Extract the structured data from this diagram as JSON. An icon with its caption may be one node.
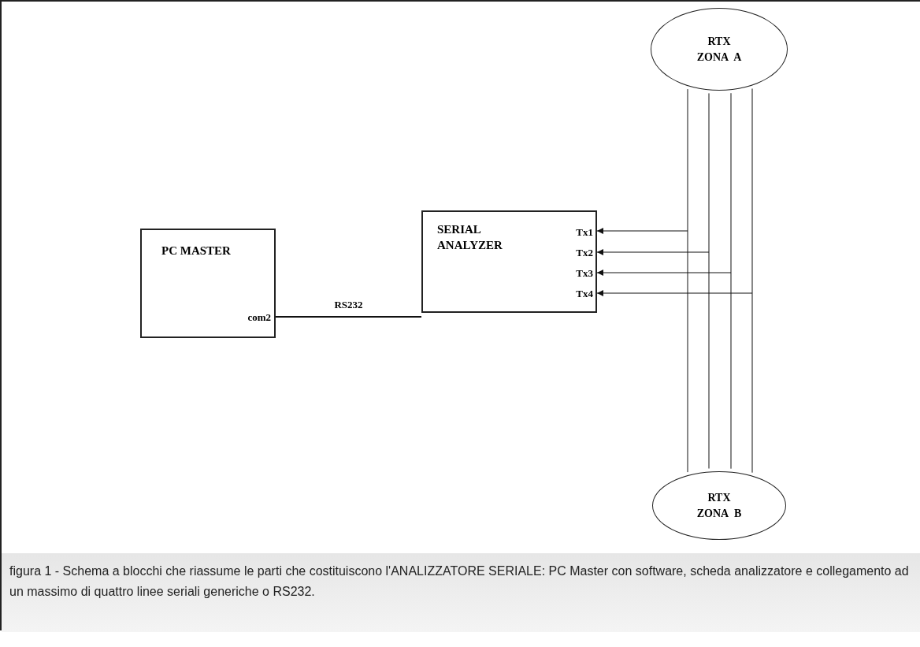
{
  "diagram": {
    "caption": "figura 1 - Schema a blocchi che riassume le parti che costituiscono l'ANALIZZATORE SERIALE: PC Master con software, scheda analizzatore e collegamento ad un massimo di quattro linee seriali generiche o RS232.",
    "nodes": [
      {
        "text": [
          "PC MASTER",
          "com2"
        ]
      },
      {
        "text": [
          "SERIAL ANALYZER",
          "Tx1",
          "Tx2",
          "Tx3",
          "Tx4"
        ]
      },
      {
        "text": [
          "RTX ZONA A"
        ]
      },
      {
        "text": [
          "RTX ZONA B"
        ]
      }
    ],
    "edges": [
      {
        "from": 0,
        "to": 1,
        "arrow": "none",
        "label": "RS232"
      },
      {
        "from": 2,
        "to": 3,
        "arrow": "none"
      },
      {
        "from": 2,
        "to": 3,
        "arrow": "none"
      },
      {
        "from": 2,
        "to": 3,
        "arrow": "none"
      },
      {
        "from": 2,
        "to": 3,
        "arrow": "none"
      },
      {
        "from": null,
        "to": 1,
        "arrow": "to"
      },
      {
        "from": null,
        "to": 1,
        "arrow": "to"
      },
      {
        "from": null,
        "to": 1,
        "arrow": "to"
      },
      {
        "from": null,
        "to": 1,
        "arrow": "to"
      }
    ]
  }
}
